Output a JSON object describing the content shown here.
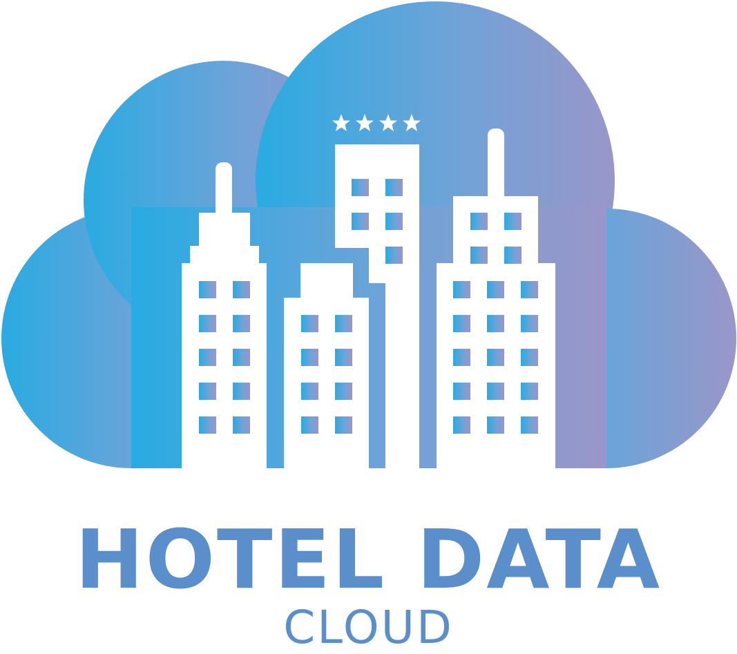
{
  "logo": {
    "title": "HOTEL DATA",
    "subtitle": "CLOUD",
    "star_rating": 4,
    "colors": {
      "gradient_start": "#29abe2",
      "gradient_mid": "#6fa3d8",
      "gradient_end": "#9a96c8",
      "text": "#5a8fcb",
      "buildings": "#ffffff"
    }
  }
}
